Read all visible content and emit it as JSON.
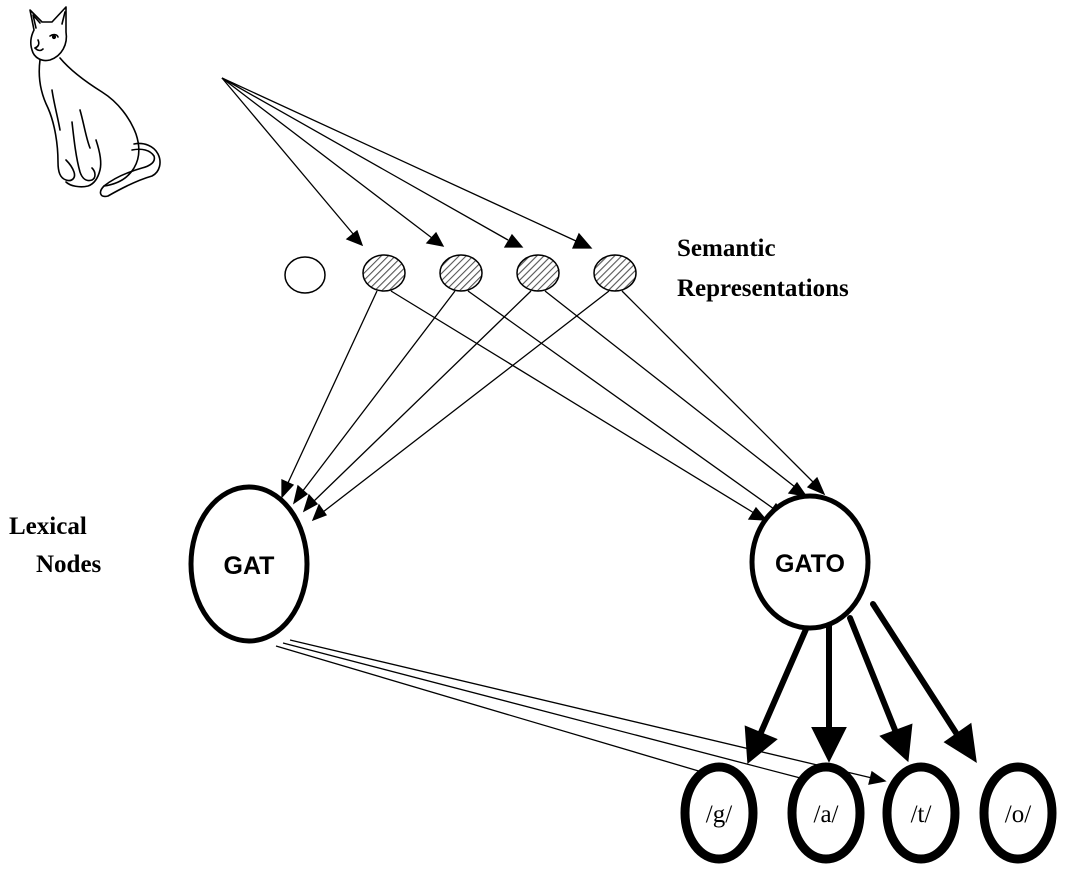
{
  "labels": {
    "semantic_line1": "Semantic",
    "semantic_line2": "Representations",
    "lexical_line1": "Lexical",
    "lexical_line2": "Nodes"
  },
  "lexical_nodes": [
    {
      "id": "gat",
      "text": "GAT"
    },
    {
      "id": "gato",
      "text": "GATO"
    }
  ],
  "phonological_nodes": [
    {
      "id": "g",
      "text": "/g/"
    },
    {
      "id": "a",
      "text": "/a/"
    },
    {
      "id": "t",
      "text": "/t/"
    },
    {
      "id": "o",
      "text": "/o/"
    }
  ],
  "semantic_features": [
    {
      "id": "feature-0",
      "state": "inactive"
    },
    {
      "id": "feature-1",
      "state": "active"
    },
    {
      "id": "feature-2",
      "state": "active"
    },
    {
      "id": "feature-3",
      "state": "active"
    },
    {
      "id": "feature-4",
      "state": "active"
    }
  ],
  "picture": {
    "icon": "cat-drawing-icon"
  },
  "colors": {
    "line": "#000000",
    "background": "#ffffff",
    "hatch": "#555555"
  }
}
